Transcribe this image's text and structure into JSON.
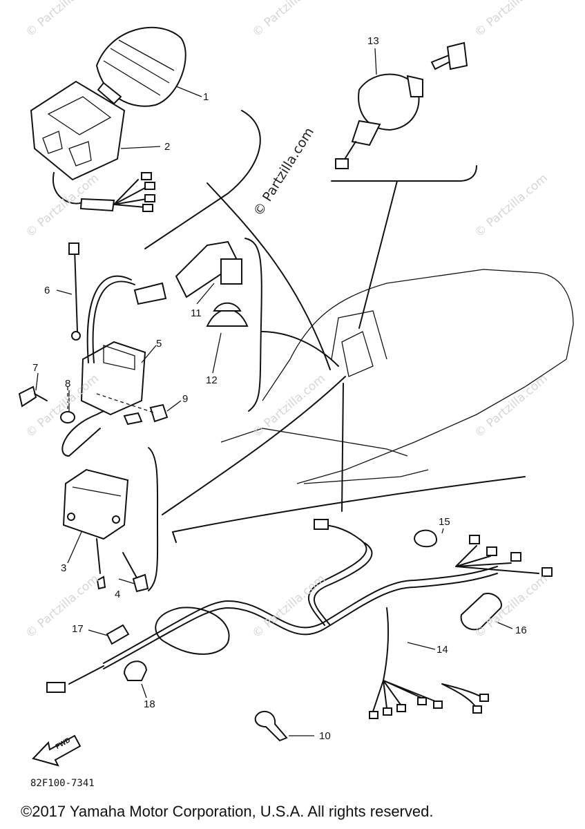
{
  "diagram": {
    "part_labels": [
      {
        "id": "1",
        "text": "1"
      },
      {
        "id": "2",
        "text": "2"
      },
      {
        "id": "3",
        "text": "3"
      },
      {
        "id": "4",
        "text": "4"
      },
      {
        "id": "5",
        "text": "5"
      },
      {
        "id": "6",
        "text": "6"
      },
      {
        "id": "7",
        "text": "7"
      },
      {
        "id": "8",
        "text": "8"
      },
      {
        "id": "9",
        "text": "9"
      },
      {
        "id": "10",
        "text": "10"
      },
      {
        "id": "11",
        "text": "11"
      },
      {
        "id": "12",
        "text": "12"
      },
      {
        "id": "13",
        "text": "13"
      },
      {
        "id": "14",
        "text": "14"
      },
      {
        "id": "15",
        "text": "15"
      },
      {
        "id": "16",
        "text": "16"
      },
      {
        "id": "17",
        "text": "17"
      },
      {
        "id": "18",
        "text": "18"
      }
    ],
    "watermark_main": "© Partzilla.com",
    "watermark_repeat": "© Partzilla.com",
    "fwd_label": "FWD",
    "diagram_code": "82F100-7341",
    "copyright": "©2017 Yamaha Motor Corporation, U.S.A. All rights reserved."
  }
}
